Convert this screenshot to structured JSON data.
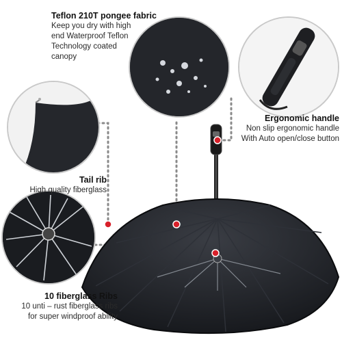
{
  "callouts": {
    "fabric": {
      "title": "Teflon 210T pongee fabric",
      "lines": [
        "Keep you dry with high",
        "end Waterproof Teflon",
        "Technology coated",
        "canopy"
      ]
    },
    "handle": {
      "title": "Ergonomic handle",
      "lines": [
        "Non slip ergonomic handle",
        "With Auto open/close button"
      ]
    },
    "tail_rib": {
      "title": "Tail rib",
      "lines": [
        "High quality fiberglass"
      ]
    },
    "ribs": {
      "title": "10 fiberglass Ribs",
      "lines": [
        "10 unti – rust fiberglass ribs",
        "for super windproof ability"
      ]
    }
  },
  "colors": {
    "marker": "#d8202a",
    "leader": "#8a8a8a",
    "canopy": "#1b1d22",
    "frame": "#c9c9c9"
  }
}
